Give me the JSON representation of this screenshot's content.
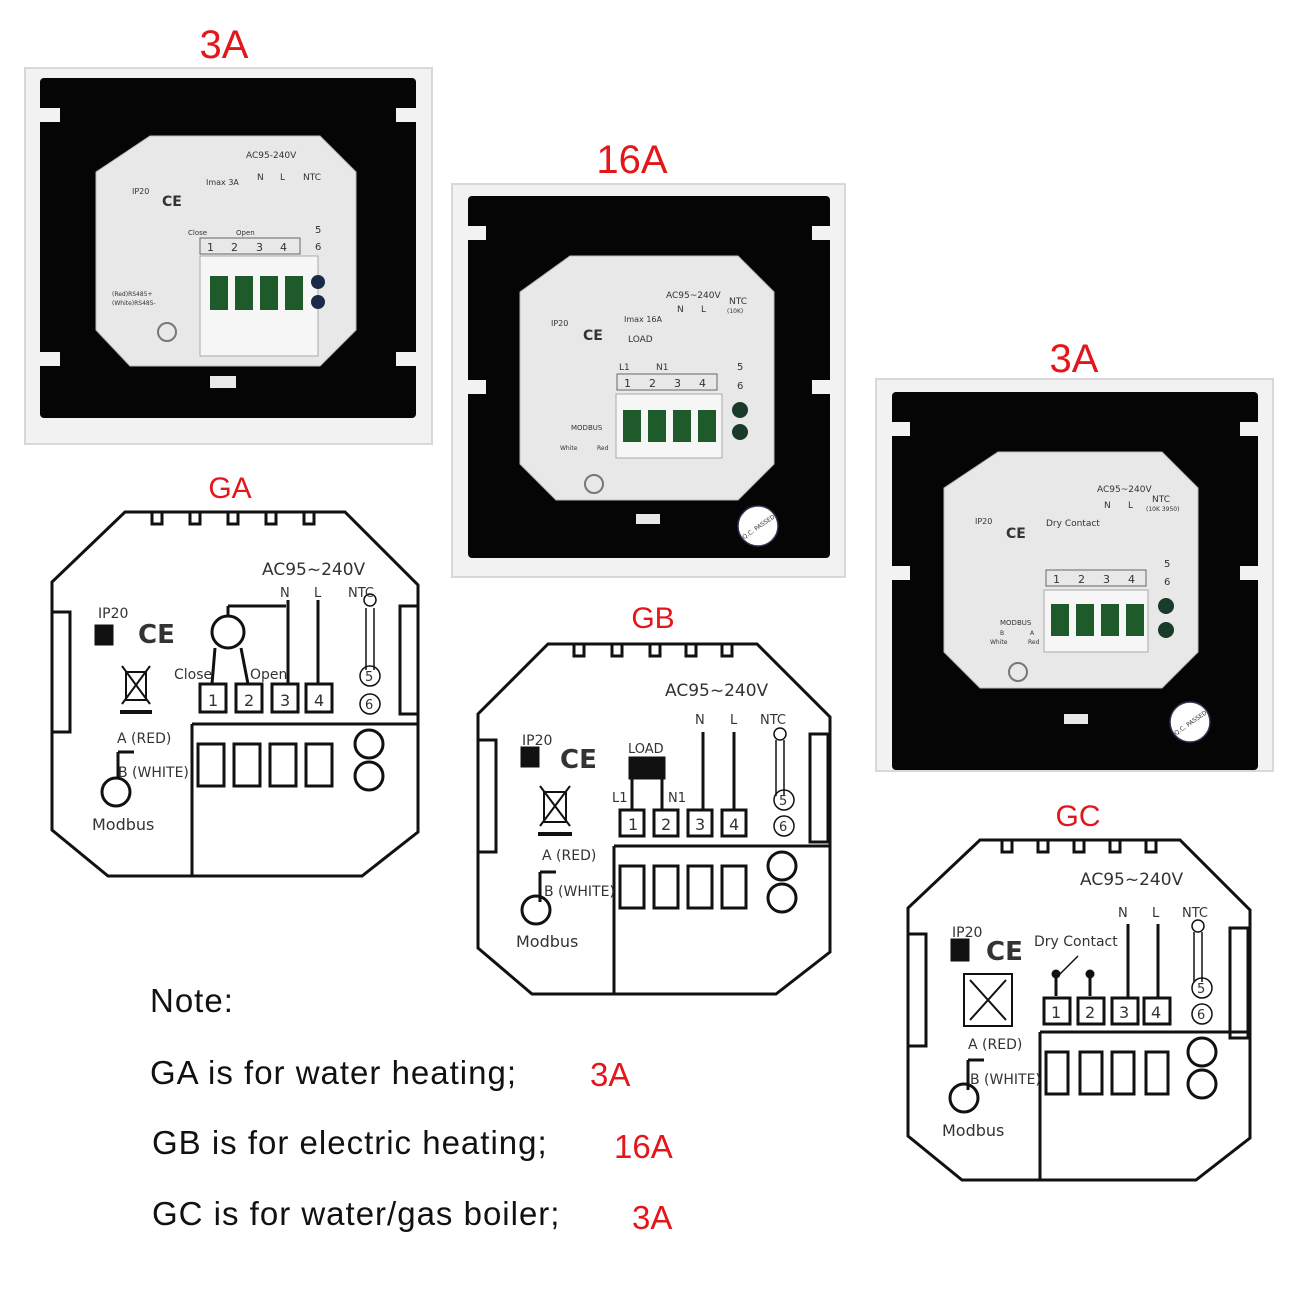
{
  "photos": [
    {
      "current": "3A",
      "labels": {
        "supply": "AC95-240V",
        "imax": "Imax 3A",
        "n": "N",
        "l": "L",
        "ntc": "NTC",
        "ip20": "IP20",
        "ce": "CE",
        "close": "Close",
        "open": "Open",
        "t1": "1",
        "t2": "2",
        "t3": "3",
        "t4": "4",
        "n5": "5",
        "n6": "6",
        "rs1": "(Red)RS485+",
        "rs2": "(White)RS485-"
      }
    },
    {
      "current": "16A",
      "labels": {
        "supply": "AC95~240V",
        "imax": "Imax 16A",
        "n": "N",
        "l": "L",
        "ntc": "NTC",
        "ntc_sub": "(10K)",
        "ip20": "IP20",
        "ce": "CE",
        "load": "LOAD",
        "l1": "L1",
        "n1": "N1",
        "t1": "1",
        "t2": "2",
        "t3": "3",
        "t4": "4",
        "n5": "5",
        "n6": "6",
        "modbus": "MODBUS",
        "white": "White",
        "red": "Red",
        "qc": "Q.C. PASSED"
      }
    },
    {
      "current": "3A",
      "labels": {
        "supply": "AC95~240V",
        "n": "N",
        "l": "L",
        "ntc": "NTC",
        "ntc_sub": "(10K 3950)",
        "ip20": "IP20",
        "ce": "CE",
        "dry": "Dry Contact",
        "t1": "1",
        "t2": "2",
        "t3": "3",
        "t4": "4",
        "n5": "5",
        "n6": "6",
        "modbus": "MODBUS",
        "b": "B",
        "a": "A",
        "white": "White",
        "red": "Red",
        "qc": "Q.C. PASSED"
      }
    }
  ],
  "diagrams": [
    {
      "model": "GA",
      "labels": {
        "supply": "AC95~240V",
        "n": "N",
        "l": "L",
        "ntc": "NTC",
        "ip20": "IP20",
        "ce": "CE",
        "close": "Close",
        "open": "Open",
        "t1": "1",
        "t2": "2",
        "t3": "3",
        "t4": "4",
        "n5": "5",
        "n6": "6",
        "a": "A (RED)",
        "b": "B (WHITE)",
        "modbus": "Modbus"
      }
    },
    {
      "model": "GB",
      "labels": {
        "supply": "AC95~240V",
        "n": "N",
        "l": "L",
        "ntc": "NTC",
        "ip20": "IP20",
        "ce": "CE",
        "load": "LOAD",
        "l1": "L1",
        "n1": "N1",
        "t1": "1",
        "t2": "2",
        "t3": "3",
        "t4": "4",
        "n5": "5",
        "n6": "6",
        "a": "A (RED)",
        "b": "B (WHITE)",
        "modbus": "Modbus"
      }
    },
    {
      "model": "GC",
      "labels": {
        "supply": "AC95~240V",
        "n": "N",
        "l": "L",
        "ntc": "NTC",
        "ip20": "IP20",
        "ce": "CE",
        "dry": "Dry Contact",
        "t1": "1",
        "t2": "2",
        "t3": "3",
        "t4": "4",
        "n5": "5",
        "n6": "6",
        "a": "A (RED)",
        "b": "B (WHITE)",
        "modbus": "Modbus"
      }
    }
  ],
  "notes": {
    "title": "Note:",
    "lines": [
      {
        "text": "GA is for water heating;",
        "current": "3A"
      },
      {
        "text": "GB is for electric heating;",
        "current": "16A"
      },
      {
        "text": "GC is for water/gas boiler;",
        "current": "3A"
      }
    ]
  }
}
